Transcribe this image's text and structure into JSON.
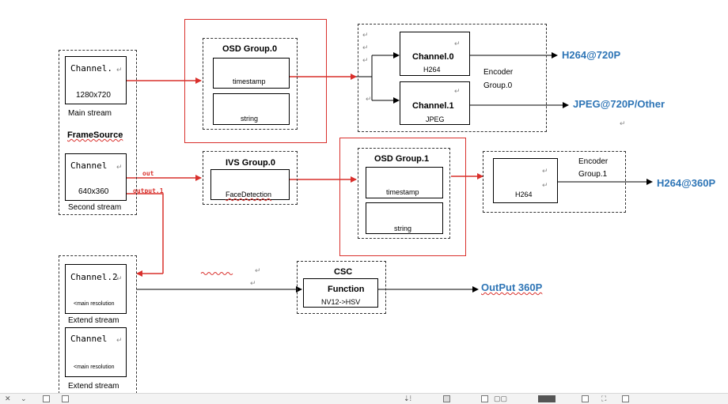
{
  "main_stream_box": {
    "channel": "Channel.",
    "resolution": "1280x720",
    "caption": "Main stream"
  },
  "framesource_label": "FrameSource",
  "second_stream_box": {
    "channel": "Channel",
    "resolution": "640x360",
    "caption": "Second stream"
  },
  "extend_box_1": {
    "channel": "Channel.2",
    "resolution": "<main resolution",
    "caption": "Extend stream"
  },
  "extend_box_2": {
    "channel": "Channel",
    "resolution": "<main resolution",
    "caption": "Extend stream"
  },
  "osd_group_0": {
    "title": "OSD Group.0",
    "item1": "timestamp",
    "item2": "string"
  },
  "osd_group_1": {
    "title": "OSD Group.1",
    "item1": "timestamp",
    "item2": "string"
  },
  "ivs_group_0": {
    "title": "IVS Group.0",
    "item1": "FaceDetection"
  },
  "encoder_group_0": {
    "line1": "Encoder",
    "line2": "Group.0",
    "channel_0": {
      "title": "Channel.0",
      "codec": "H264"
    },
    "channel_1": {
      "title": "Channel.1",
      "codec": "JPEG"
    }
  },
  "encoder_group_1": {
    "line1": "Encoder",
    "line2": "Group.1",
    "codec": "H264"
  },
  "csc": {
    "title": "CSC",
    "function": "Function",
    "conversion": "NV12->HSV"
  },
  "outputs": {
    "h264_720p": "H264@720P",
    "jpeg_720p": "JPEG@720P/Other",
    "h264_360p": "H264@360P",
    "output_360p": "OutPut 360P"
  },
  "link_labels": {
    "out": "out",
    "output_1": "output.1"
  },
  "colors": {
    "red": "#d9302c",
    "blue": "#2e75b6",
    "black": "#000000"
  }
}
